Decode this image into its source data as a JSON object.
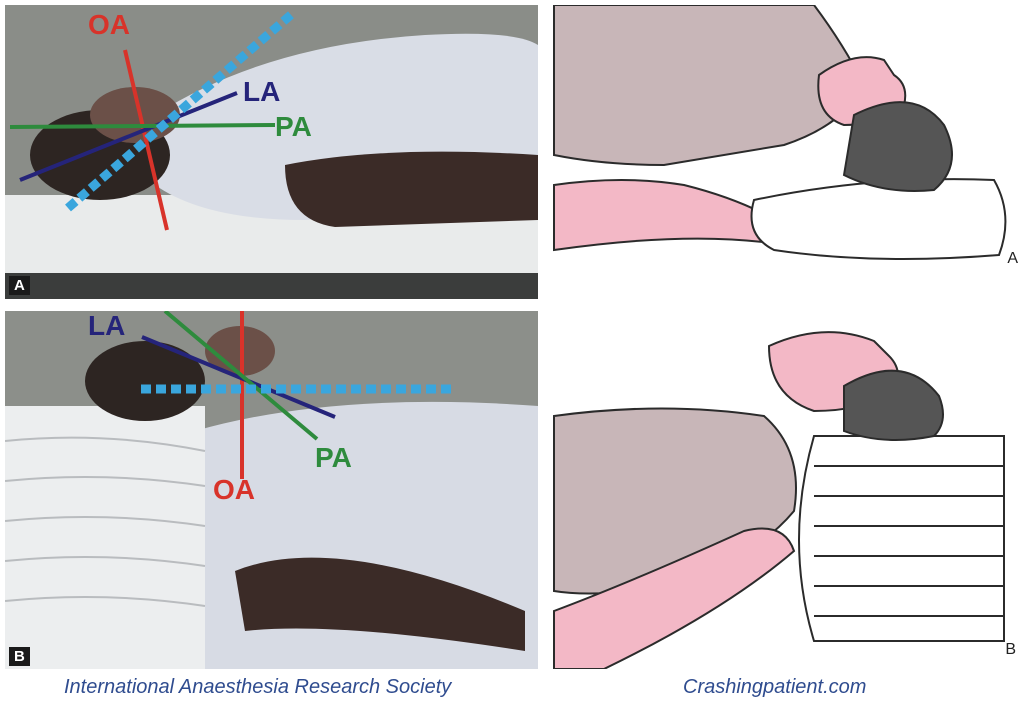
{
  "panels": {
    "top_left": {
      "corner_label": "A"
    },
    "bottom_left": {
      "corner_label": "B"
    },
    "top_right": {
      "edge_label": "A"
    },
    "bottom_right": {
      "edge_label": "B"
    }
  },
  "axis_labels": {
    "top": {
      "oa": "OA",
      "la": "LA",
      "pa": "PA"
    },
    "bottom": {
      "oa": "OA",
      "la": "LA",
      "pa": "PA"
    }
  },
  "colors": {
    "oa": "#d8332a",
    "la": "#25247a",
    "pa": "#2e8b3d",
    "dashed": "#3aa6dd",
    "caption": "#2f4c8f"
  },
  "captions": {
    "left": "International Anaesthesia Research Society",
    "right": "Crashingpatient.com"
  }
}
